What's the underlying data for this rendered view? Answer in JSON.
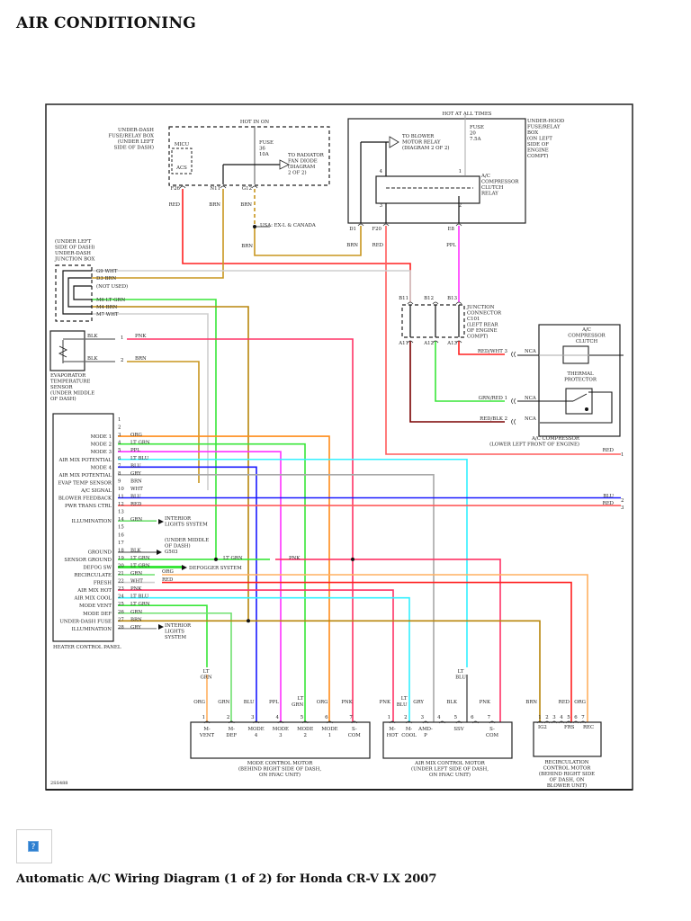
{
  "page": {
    "title": "AIR CONDITIONING",
    "caption": "Automatic A/C Wiring Diagram (1 of 2) for Honda CR-V LX 2007",
    "image_placeholder_icon": "broken-image-icon",
    "image_placeholder_glyph": "?"
  },
  "diagram": {
    "id_code": "2SS488",
    "wire_colors": {
      "RED": "#ff2020",
      "BRN": "#c8961e",
      "DKBRN": "#b8860b",
      "WHT": "#cfcfcf",
      "GRY": "#a8a8a8",
      "LTGRN": "#39e639",
      "GRN": "#6fe06f",
      "PNK": "#ff3366",
      "ORG": "#ff8c1a",
      "LTORG": "#ffb060",
      "PPL": "#ff33ff",
      "LTBLU": "#33f0ff",
      "BLU": "#1a1aff",
      "BLK": "#111111",
      "REDLT": "#ff5c5c"
    },
    "under_dash_fuse_box": {
      "label": [
        "UNDER-DASH",
        "FUSE/RELAY BOX",
        "(UNDER LEFT",
        "SIDE OF DASH)"
      ],
      "hot_label": "HOT IN ON",
      "fuse": [
        "FUSE",
        "36",
        "10A"
      ],
      "micu": "MICU",
      "acs": "ACS",
      "to_radiator": [
        "TO RADIATOR",
        "FAN DIODE",
        "(DIAGRAM",
        "2 OF 2)"
      ],
      "terminals": [
        "F26",
        "N11",
        "G12"
      ],
      "wires": [
        "RED",
        "BRN",
        "BRN"
      ],
      "usa_note": "USA: EX-L & CANADA",
      "g12_lower_wire": "BRN"
    },
    "under_hood_fuse_box": {
      "label": [
        "UNDER-HOOD",
        "FUSE/RELAY",
        "BOX",
        "(ON LEFT",
        "SIDE OF",
        "ENGINE",
        "COMPT)"
      ],
      "hot_label": "HOT AT ALL TIMES",
      "fuse": [
        "FUSE",
        "20",
        "7.5A"
      ],
      "to_blower": [
        "TO BLOWER",
        "MOTOR RELAY",
        "(DIAGRAM 2 OF 2)"
      ],
      "relay": [
        "A/C",
        "COMPRESSOR",
        "CLUTCH",
        "RELAY"
      ],
      "relay_pins": [
        "4",
        "1",
        "3",
        "2"
      ],
      "terminals": [
        "D1",
        "F20",
        "E8"
      ],
      "wires": [
        "BRN",
        "RED",
        "PPL"
      ]
    },
    "junction_box": {
      "label": [
        "(UNDER LEFT",
        "SIDE OF DASH)",
        "UNDER-DASH",
        "JUNCTION BOX"
      ],
      "pins": [
        {
          "pin": "G9",
          "wire": "WHT"
        },
        {
          "pin": "D3",
          "wire": "BRN"
        },
        {
          "pin": "",
          "wire": "(NOT USED)"
        },
        {
          "pin": "M6",
          "wire": "LT GRN"
        },
        {
          "pin": "M4",
          "wire": "BRN"
        },
        {
          "pin": "M7",
          "wire": "WHT"
        }
      ]
    },
    "evap_sensor": {
      "label": [
        "EVAPORATOR",
        "TEMPERATURE",
        "SENSOR",
        "(UNDER MIDDLE",
        "OF DASH)"
      ],
      "pins": [
        {
          "in": "BLK",
          "pin": "1",
          "out": "PNK"
        },
        {
          "in": "BLK",
          "pin": "2",
          "out": "BRN"
        }
      ]
    },
    "junction_connector": {
      "label": [
        "JUNCTION",
        "CONNECTOR",
        "C101",
        "(LEFT REAR",
        "OF ENGINE",
        "COMPT)"
      ],
      "top": [
        "B11",
        "B12",
        "B13"
      ],
      "bottom": [
        "A11",
        "A12",
        "A13"
      ]
    },
    "compressor": {
      "clutch_label": [
        "A/C",
        "COMPRESSOR",
        "CLUTCH"
      ],
      "thermal_label": [
        "THERMAL",
        "PROTECTOR"
      ],
      "label": [
        "A/C COMPRESSOR",
        "(LOWER LEFT FRONT OF ENGINE)"
      ],
      "pins": [
        {
          "wire": "RED/WHT",
          "pin": "3",
          "conn": "NCA"
        },
        {
          "wire": "GRN/RED",
          "pin": "1",
          "conn": "NCA"
        },
        {
          "wire": "RED/BLK",
          "pin": "2",
          "conn": "NCA"
        }
      ]
    },
    "offpage": [
      {
        "wire": "RED",
        "num": "1"
      },
      {
        "wire": "BLU",
        "num": "2"
      },
      {
        "wire": "RED",
        "num": "3"
      }
    ],
    "heater_panel": {
      "label": "HEATER CONTROL PANEL",
      "pins": [
        {
          "pin": "1",
          "func": "",
          "wire": ""
        },
        {
          "pin": "2",
          "func": "",
          "wire": ""
        },
        {
          "pin": "3",
          "func": "MODE 1",
          "wire": "ORG"
        },
        {
          "pin": "4",
          "func": "MODE 2",
          "wire": "LT GRN"
        },
        {
          "pin": "5",
          "func": "MODE 3",
          "wire": "PPL"
        },
        {
          "pin": "6",
          "func": "AIR MIX POTENTIAL",
          "wire": "LT BLU"
        },
        {
          "pin": "7",
          "func": "MODE 4",
          "wire": "BLU"
        },
        {
          "pin": "8",
          "func": "AIR MIX POTENTIAL",
          "wire": "GRY"
        },
        {
          "pin": "9",
          "func": "EVAP TEMP SENSOR",
          "wire": "BRN"
        },
        {
          "pin": "10",
          "func": "A/C SIGNAL",
          "wire": "WHT"
        },
        {
          "pin": "11",
          "func": "BLOWER FEEDBACK",
          "wire": "BLU"
        },
        {
          "pin": "12",
          "func": "PWR TRANS CTRL",
          "wire": "RED"
        },
        {
          "pin": "13",
          "func": "",
          "wire": ""
        },
        {
          "pin": "14",
          "func": "ILLUMINATION",
          "wire": "GRN"
        },
        {
          "pin": "15",
          "func": "",
          "wire": ""
        },
        {
          "pin": "16",
          "func": "",
          "wire": ""
        },
        {
          "pin": "17",
          "func": "",
          "wire": ""
        },
        {
          "pin": "18",
          "func": "GROUND",
          "wire": "BLK"
        },
        {
          "pin": "19",
          "func": "SENSOR GROUND",
          "wire": "LT GRN"
        },
        {
          "pin": "20",
          "func": "DEFOG SW",
          "wire": "LT GRN"
        },
        {
          "pin": "21",
          "func": "RECIRCULATE",
          "wire": "GRN"
        },
        {
          "pin": "22",
          "func": "FRESH",
          "wire": "WHT"
        },
        {
          "pin": "23",
          "func": "AIR MIX HOT",
          "wire": "PNK"
        },
        {
          "pin": "24",
          "func": "AIR MIX COOL",
          "wire": "LT BLU"
        },
        {
          "pin": "25",
          "func": "MODE VENT",
          "wire": "LT GRN"
        },
        {
          "pin": "26",
          "func": "MODE DEF",
          "wire": "GRN"
        },
        {
          "pin": "27",
          "func": "UNDER-DASH FUSE",
          "wire": "BRN"
        },
        {
          "pin": "28",
          "func": "ILLUMINATION",
          "wire": "GRY"
        }
      ],
      "interior_lights": [
        "INTERIOR",
        "LIGHTS SYSTEM"
      ],
      "interior_lights2": [
        "INTERIOR",
        "LIGHTS",
        "SYSTEM"
      ],
      "ground_note": [
        "(UNDER MIDDLE",
        "OF DASH)",
        "G503"
      ],
      "defogger": "DEFOGGER SYSTEM",
      "splice_org": "ORG",
      "splice_red": "RED",
      "sensor_gnd_out": "LT GRN",
      "sensor_gnd_pnk": "PNK"
    },
    "mode_motor": {
      "label": [
        "MODE CONTROL MOTOR",
        "(BEHIND RIGHT SIDE OF DASH,",
        "ON HVAC UNIT)"
      ],
      "pins": [
        {
          "pin": "1",
          "func": [
            "M-",
            "VENT"
          ],
          "wire": "ORG"
        },
        {
          "pin": "2",
          "func": [
            "M-",
            "DEF"
          ],
          "wire": "GRN"
        },
        {
          "pin": "3",
          "func": [
            "MODE",
            "4"
          ],
          "wire": "BLU"
        },
        {
          "pin": "4",
          "func": [
            "MODE",
            "3"
          ],
          "wire": "PPL"
        },
        {
          "pin": "5",
          "func": [
            "MODE",
            "2"
          ],
          "wire": "LT GRN"
        },
        {
          "pin": "6",
          "func": [
            "MODE",
            "1"
          ],
          "wire": "ORG"
        },
        {
          "pin": "7",
          "func": [
            "S-",
            "COM"
          ],
          "wire": "PNK"
        }
      ],
      "splice_label": [
        "LT",
        "GRN"
      ]
    },
    "airmix_motor": {
      "label": [
        "AIR MIX CONTROL MOTOR",
        "(UNDER LEFT SIDE OF DASH,",
        "ON HVAC UNIT)"
      ],
      "pins": [
        {
          "pin": "1",
          "func": [
            "M-",
            "HOT"
          ],
          "wire": "PNK"
        },
        {
          "pin": "2",
          "func": [
            "M-",
            "COOL"
          ],
          "wire": "LT BLU"
        },
        {
          "pin": "3",
          "func": [
            "AMD-",
            "P"
          ],
          "wire": "GRY"
        },
        {
          "pin": "4",
          "func": [
            "",
            ""
          ],
          "wire": ""
        },
        {
          "pin": "5",
          "func": [
            "SSV",
            ""
          ],
          "wire": "BLK"
        },
        {
          "pin": "6",
          "func": [
            "",
            ""
          ],
          "wire": ""
        },
        {
          "pin": "7",
          "func": [
            "S-",
            "COM"
          ],
          "wire": "PNK"
        }
      ],
      "splice_label": [
        "LT",
        "BLU"
      ]
    },
    "recirc_motor": {
      "label": [
        "RECIRCULATION",
        "CONTROL MOTOR",
        "(BEHIND RIGHT SIDE",
        "OF DASH, ON",
        "BLOWER UNIT)"
      ],
      "pins": [
        "1",
        "2",
        "3",
        "4",
        "5",
        "6",
        "7"
      ],
      "funcs": [
        "IG2",
        "FRS",
        "REC"
      ],
      "wires": [
        "BRN",
        "RED",
        "ORG"
      ]
    }
  }
}
